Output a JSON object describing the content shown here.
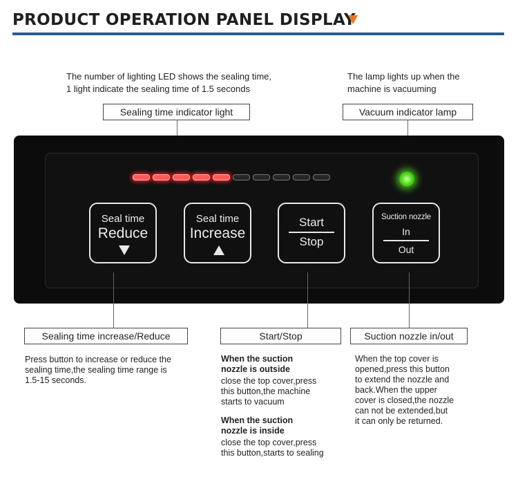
{
  "header": {
    "title": "PRODUCT OPERATION PANEL DISPLAY",
    "accent_color": "#e87722",
    "rule_color": "#2a5b8c"
  },
  "top_notes": {
    "sealing_note_line1": "The number of lighting LED shows the sealing time,",
    "sealing_note_line2": "1 light indicate the sealing time of 1.5 seconds",
    "vacuum_note_line1": "The lamp lights up when the",
    "vacuum_note_line2": "machine is vacuuming"
  },
  "top_labels": {
    "sealing_indicator": "Sealing time indicator light",
    "vacuum_indicator": "Vacuum indicator lamp"
  },
  "panel": {
    "led_count": 10,
    "leds_lit": 5,
    "led_on_color": "#ff5a5a",
    "vacuum_lamp_color": "#52e21a",
    "buttons": {
      "reduce": {
        "line1": "Seal time",
        "line2": "Reduce",
        "icon": "triangle-down-icon"
      },
      "increase": {
        "line1": "Seal time",
        "line2": "Increase",
        "icon": "triangle-up-icon"
      },
      "start_stop": {
        "top": "Start",
        "bottom": "Stop"
      },
      "nozzle": {
        "title": "Suction nozzle",
        "top": "In",
        "bottom": "Out"
      }
    }
  },
  "bottom_labels": {
    "increase_reduce": "Sealing time increase/Reduce",
    "start_stop": "Start/Stop",
    "nozzle": "Suction nozzle in/out"
  },
  "descriptions": {
    "increase_reduce": [
      "Press button to increase or reduce the",
      "sealing time,the sealing time range is",
      "1.5-15 seconds."
    ],
    "start_stop": {
      "outside_heading": [
        "When the suction",
        "nozzle is outside"
      ],
      "outside_text": [
        "close the top cover,press",
        "this button,the machine",
        "starts to vacuum"
      ],
      "inside_heading": [
        "When the suction",
        "nozzle is inside"
      ],
      "inside_text": [
        "close the top cover,press",
        "this button,starts to sealing"
      ]
    },
    "nozzle": [
      "When the top cover is",
      "opened,press this button",
      "to extend the nozzle and",
      "back.When the upper",
      "cover is closed,the nozzle",
      "can not be extended,but",
      "it can only be returned."
    ]
  }
}
